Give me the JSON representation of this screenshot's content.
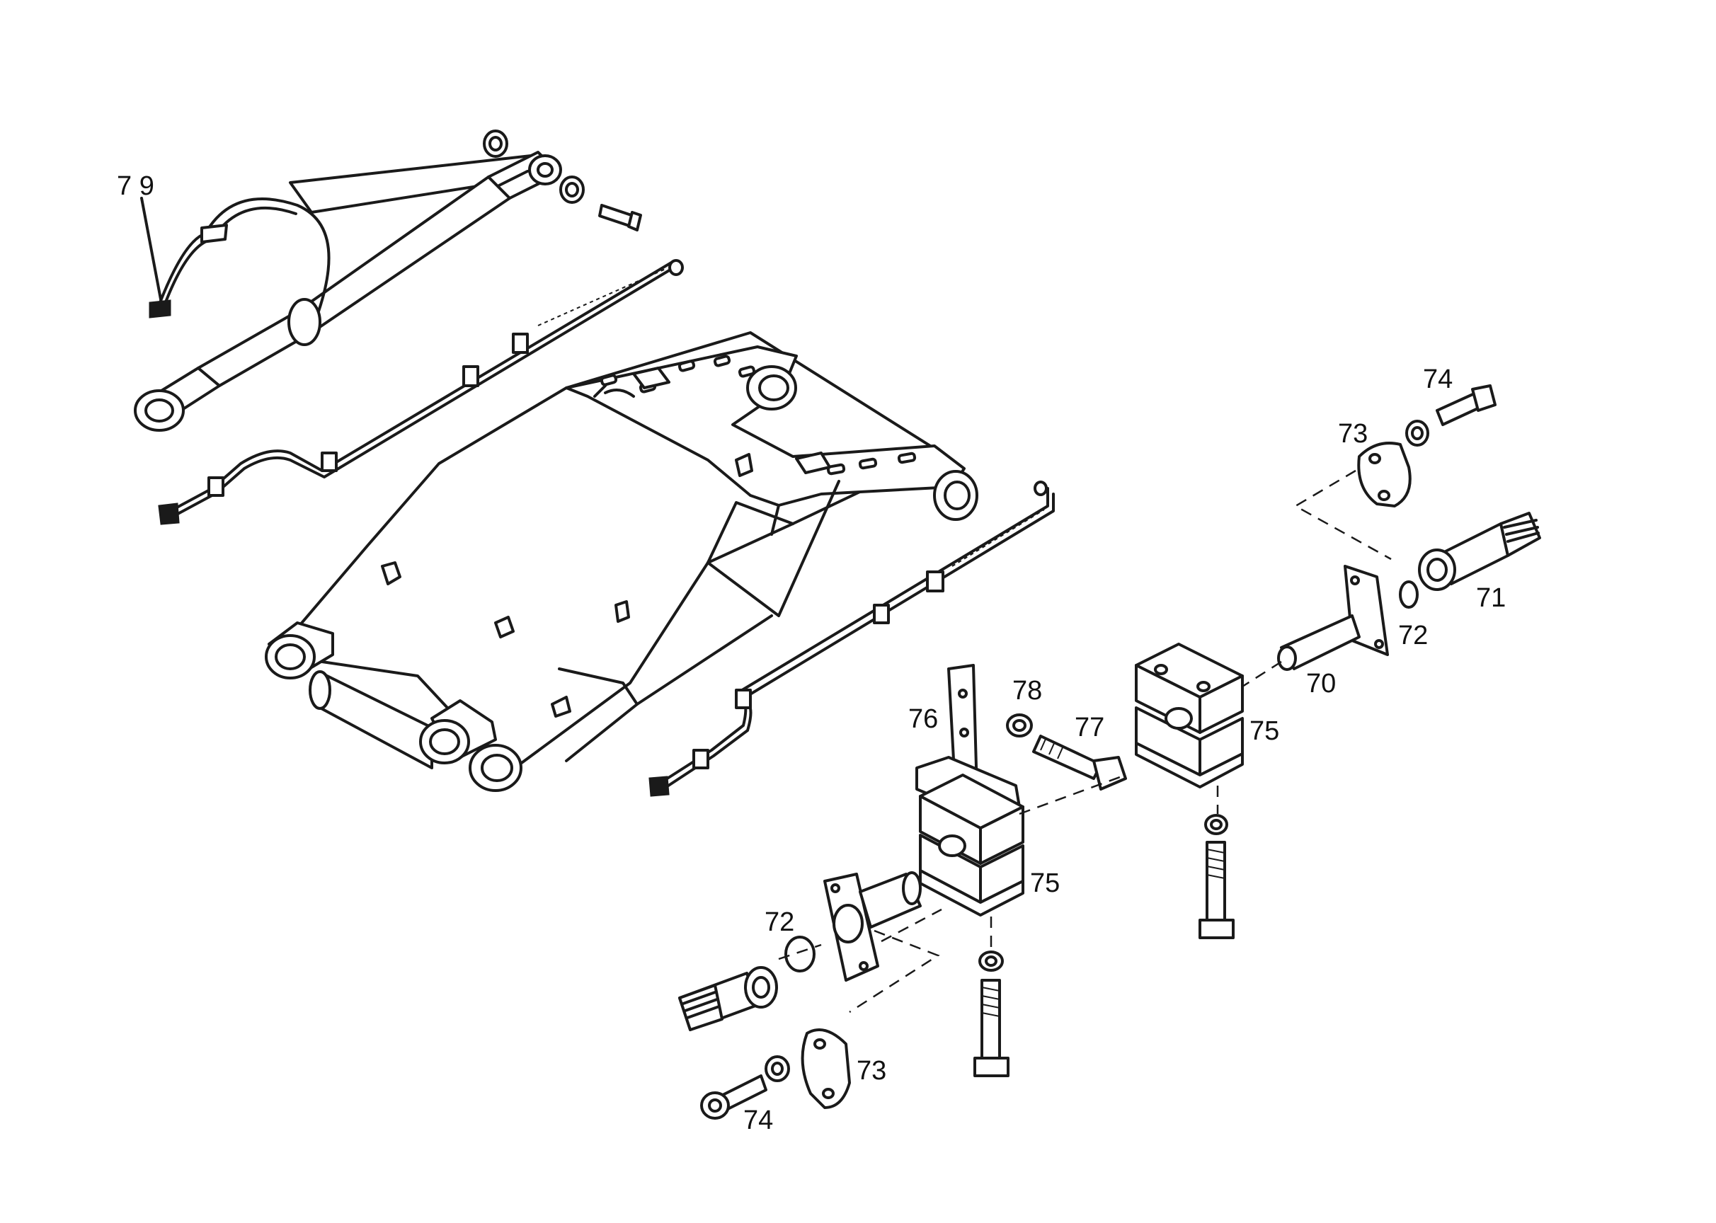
{
  "callouts": {
    "c79": "7 9",
    "c74a": "74",
    "c73a": "73",
    "c71": "71",
    "c72a": "72",
    "c70": "70",
    "c78": "78",
    "c76": "76",
    "c77": "77",
    "c75a": "75",
    "c75b": "75",
    "c72b": "72",
    "c73b": "73",
    "c74b": "74"
  }
}
